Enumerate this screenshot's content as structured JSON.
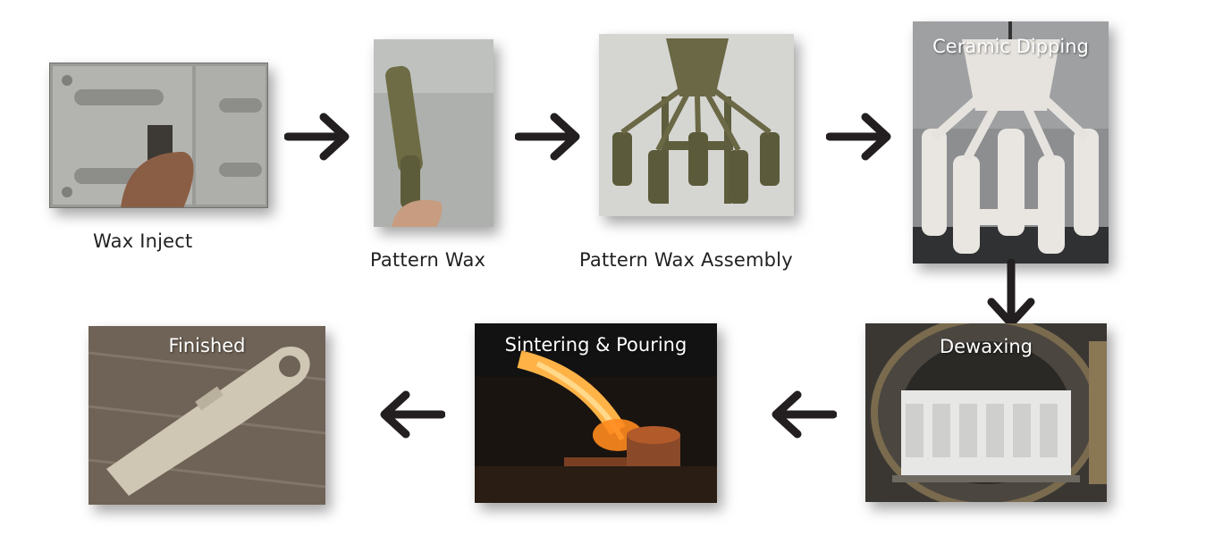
{
  "steps": [
    {
      "id": "wax-inject",
      "label": "Wax Inject"
    },
    {
      "id": "pattern-wax",
      "label": "Pattern Wax"
    },
    {
      "id": "pattern-wax-assembly",
      "label": "Pattern Wax Assembly"
    },
    {
      "id": "ceramic-dipping",
      "label": "Ceramic Dipping"
    },
    {
      "id": "dewaxing",
      "label": "Dewaxing"
    },
    {
      "id": "sintering-pouring",
      "label": "Sintering & Pouring"
    },
    {
      "id": "finished",
      "label": "Finished"
    }
  ],
  "arrows": [
    "right",
    "right",
    "right",
    "down",
    "left",
    "left"
  ],
  "colors": {
    "arrow": "#231f20",
    "caption": "#222222",
    "overlay_text": "#ffffff"
  }
}
